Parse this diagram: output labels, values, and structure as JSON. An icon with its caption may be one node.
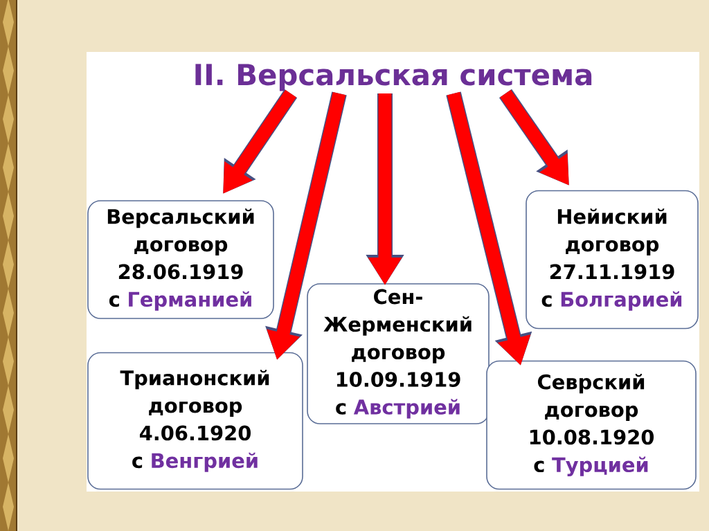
{
  "diagram": {
    "nodes": [
      {
        "text": [
          "II. Версальская система"
        ]
      },
      {
        "text": [
          "Версальский договор",
          "28.06.1919",
          "с",
          "Германией"
        ]
      },
      {
        "text": [
          "Нейиский договор",
          "27.11.1919",
          "с",
          "Болгарией"
        ]
      },
      {
        "text": [
          "Сен-Жерменский договор",
          "10.09.1919",
          "с",
          "Австрией"
        ]
      },
      {
        "text": [
          "Трианонский договор",
          "4.06.1920",
          "с",
          "Венгрией"
        ]
      },
      {
        "text": [
          "Севрский договор",
          "10.08.1920",
          "с",
          "Турцией"
        ]
      }
    ],
    "edges": [
      {
        "from": 0,
        "to": 1,
        "arrow": "to"
      },
      {
        "from": 0,
        "to": 4,
        "arrow": "to"
      },
      {
        "from": 0,
        "to": 3,
        "arrow": "to"
      },
      {
        "from": 0,
        "to": 5,
        "arrow": "to"
      },
      {
        "from": 0,
        "to": 2,
        "arrow": "to"
      }
    ]
  }
}
